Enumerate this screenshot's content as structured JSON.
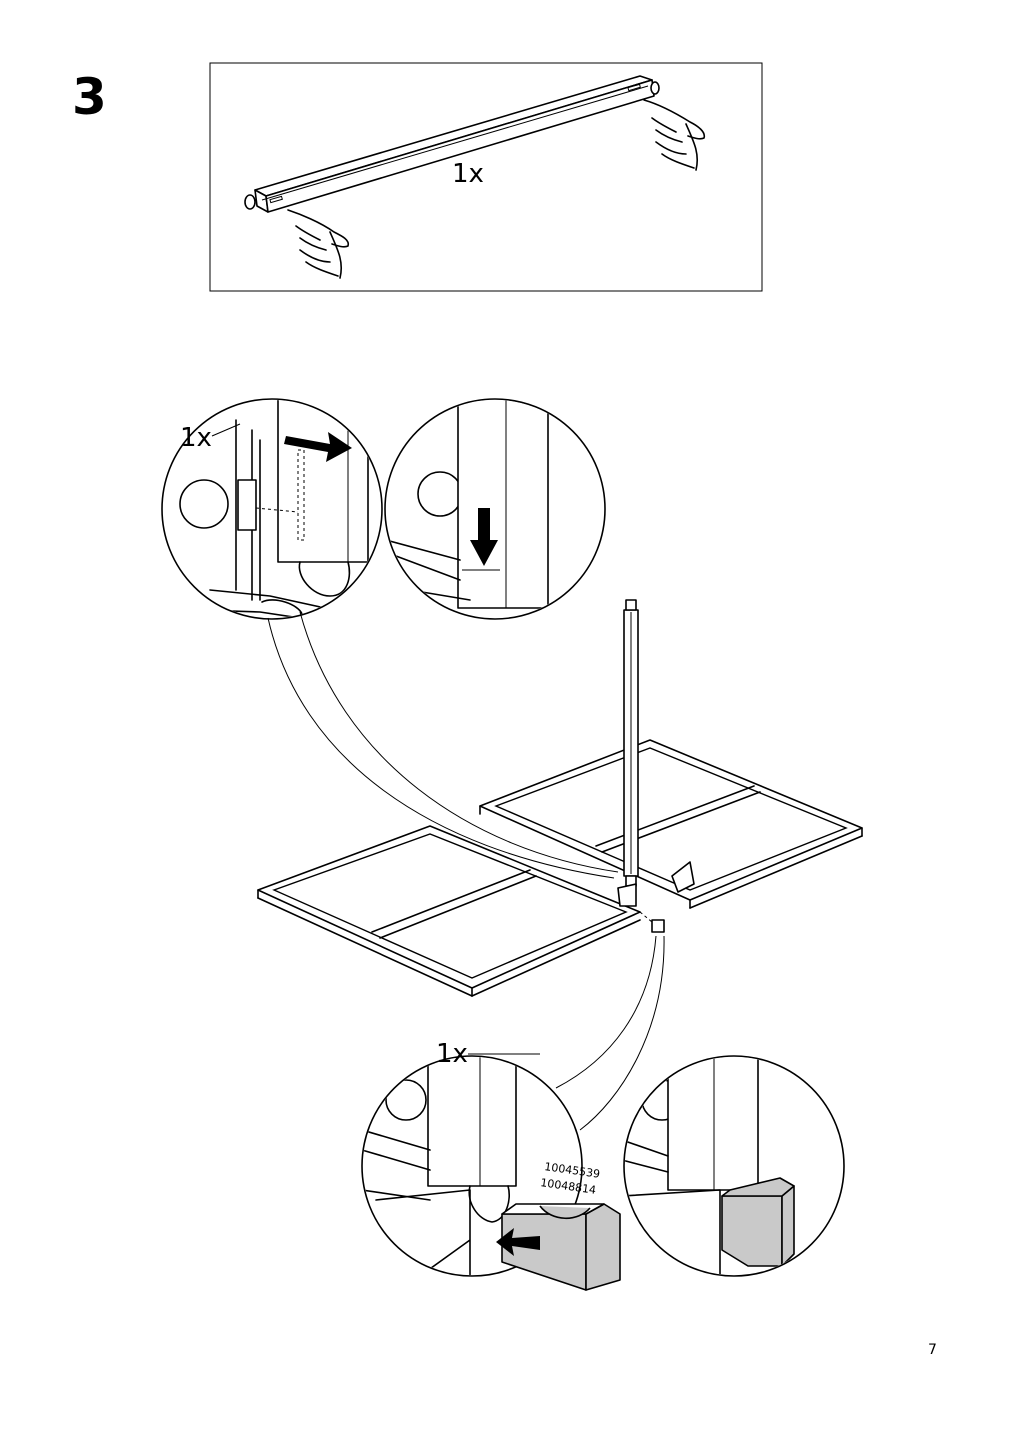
{
  "step": {
    "number": "3"
  },
  "panel": {
    "quantity": "1x"
  },
  "detail_top": {
    "quantity": "1x"
  },
  "detail_bottom": {
    "quantity": "1x",
    "part_numbers": [
      "10045539",
      "10048814"
    ]
  },
  "page": {
    "number": "7"
  },
  "icons": [
    "hand-pointing-icon",
    "arrow-left-icon",
    "arrow-down-icon"
  ]
}
